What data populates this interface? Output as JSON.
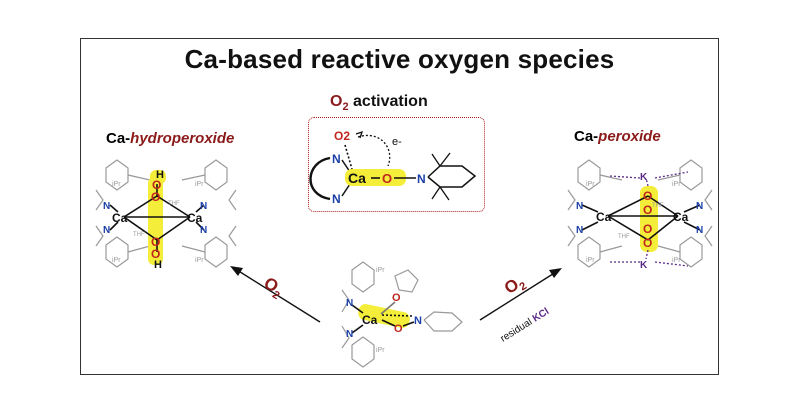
{
  "title": "Ca-based reactive oxygen species",
  "activation": {
    "prefix": "O",
    "sub": "2",
    "suffix": " activation"
  },
  "left_label": {
    "prefix": "Ca-",
    "word": "hydroperoxide"
  },
  "right_label": {
    "prefix": "Ca-",
    "word": "peroxide"
  },
  "arrow_left": {
    "prefix": "O",
    "sub": "2"
  },
  "arrow_right": {
    "prefix": "O",
    "sub": "2",
    "cond_prefix": "residual ",
    "cond_salt": "KCl"
  },
  "atoms": {
    "ca": "Ca",
    "o": "O",
    "n": "N",
    "h": "H",
    "k": "K",
    "o2": "O2",
    "electron": "e-",
    "ipr": "iPr",
    "thf": "THF"
  },
  "colors": {
    "title": "#111111",
    "accent": "#8b1a1a",
    "highlight": "#f4ee3a",
    "nitrogen": "#1a3fa8",
    "oxygen": "#c0261d",
    "potassium": "#5b2a86"
  }
}
